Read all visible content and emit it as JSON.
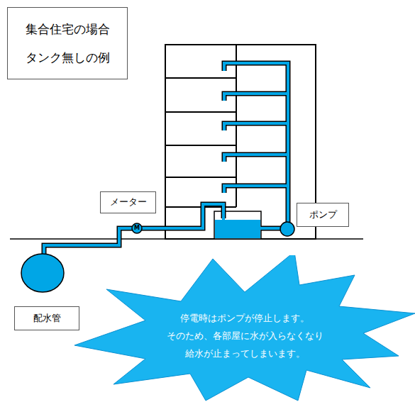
{
  "diagram": {
    "nodes": [
      {
        "text": [
          "集合住宅の場合",
          "タンク無しの例"
        ]
      },
      {
        "text": [
          "メーター"
        ]
      },
      {
        "text": [
          "ポンプ"
        ]
      },
      {
        "text": [
          "配水管"
        ]
      },
      {
        "text": [
          "停電時はポンプが停止します。",
          "そのため、各部屋に水が入らなくなり",
          "給水が止まってしまいます。"
        ]
      }
    ],
    "labels": [
      "M"
    ]
  }
}
